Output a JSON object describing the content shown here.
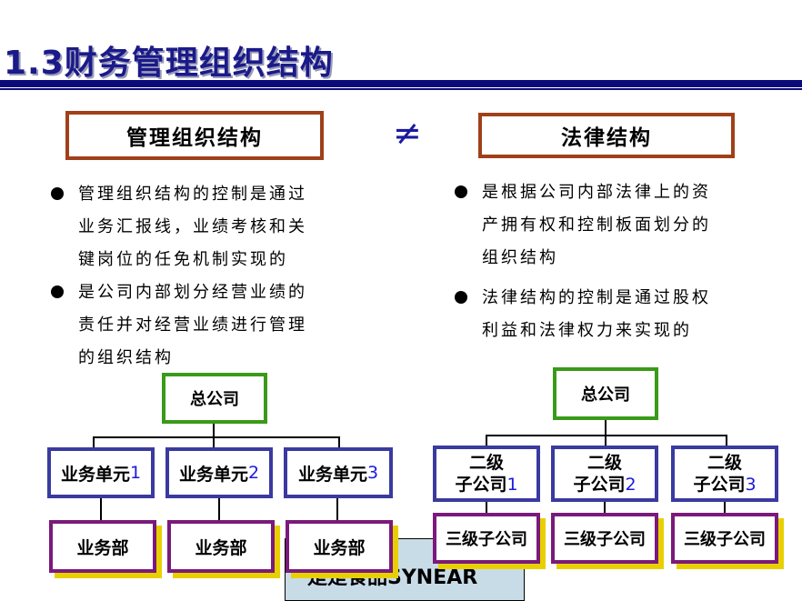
{
  "title": "1.3财务管理组织结构",
  "neq_symbol": "≠",
  "left": {
    "header": "管理组织结构",
    "bullets": [
      [
        "管理组织结构的控制是通过",
        "业务汇报线，业绩考核和关",
        "键岗位的任免机制实现的"
      ],
      [
        "是公司内部划分经营业绩的",
        "责任并对经营业绩进行管理",
        "的组织结构"
      ]
    ],
    "top": "总公司",
    "units": [
      {
        "label": "业务单元",
        "num": "1"
      },
      {
        "label": "业务单元",
        "num": "2"
      },
      {
        "label": "业务单元",
        "num": "3"
      }
    ],
    "depts": [
      "业务部",
      "业务部",
      "业务部"
    ]
  },
  "right": {
    "header": "法律结构",
    "bullets": [
      [
        "是根据公司内部法律上的资",
        "产拥有权和控制板面划分的",
        "组织结构"
      ],
      [
        "法律结构的控制是通过股权",
        "利益和法律权力来实现的"
      ]
    ],
    "top": "总公司",
    "subs": [
      {
        "line1": "二级",
        "line2": "子公司",
        "num": "1"
      },
      {
        "line1": "二级",
        "line2": "子公司",
        "num": "2"
      },
      {
        "line1": "二级",
        "line2": "子公司",
        "num": "3"
      }
    ],
    "third": [
      "三级子公司",
      "三级子公司",
      "三级子公司"
    ]
  },
  "watermark": "是是食品SYNEAR"
}
